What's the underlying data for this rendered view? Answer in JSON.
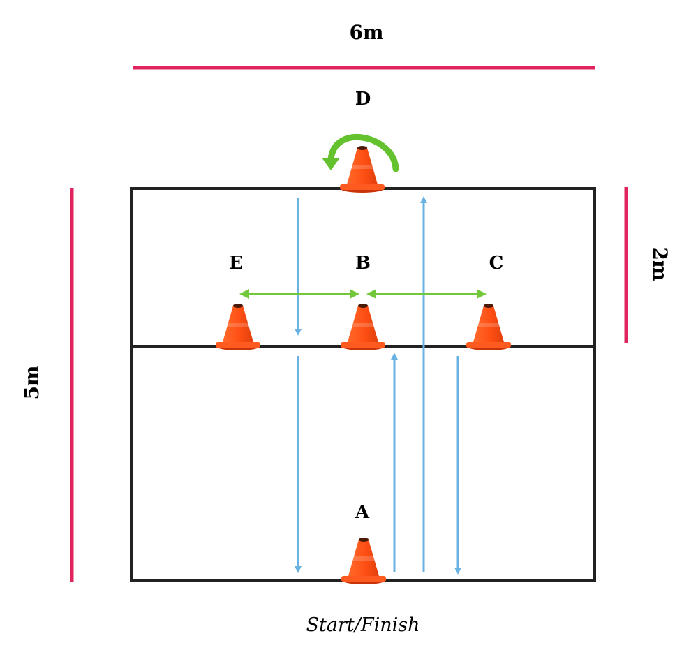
{
  "dimensions": {
    "top": "6m",
    "left": "5m",
    "right": "2m"
  },
  "cones": {
    "a": "A",
    "b": "B",
    "c": "C",
    "d": "D",
    "e": "E"
  },
  "caption": "Start/Finish",
  "colors": {
    "measure_line": "#e0245e",
    "frame": "#222222",
    "path_arrow": "#6ab2e2",
    "lateral_arrow": "#72c83a",
    "turn_arrow": "#63c22e",
    "cone_body": "#ff5a1f",
    "cone_dark": "#d93a0c"
  }
}
